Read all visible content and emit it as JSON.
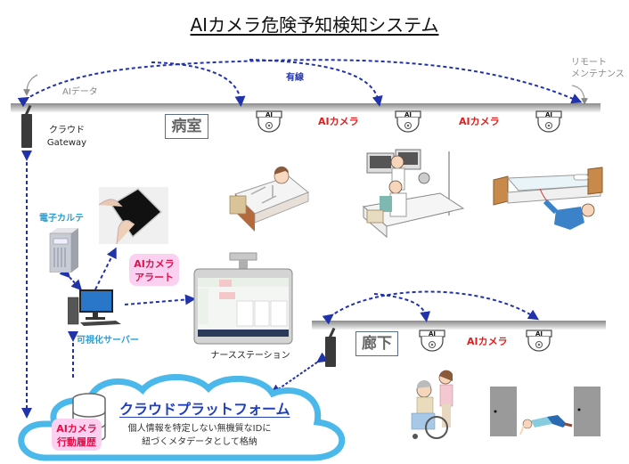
{
  "title": "AIカメラ危険予知検知システム",
  "top_section": {
    "ai_data_label": "AIデータ",
    "wired_label": "有線",
    "remote_maintenance_label_line1": "リモート",
    "remote_maintenance_label_line2": "メンテナンス",
    "gateway_label_line1": "クラウド",
    "gateway_label_line2": "Gateway",
    "room_label": "病室",
    "camera_badge": "AI",
    "camera_labels": [
      "AIカメラ",
      "AIカメラ"
    ]
  },
  "left_section": {
    "emr_label": "電子カルテ",
    "server_label": "可視化サーバー",
    "alert_line1": "AIカメラ",
    "alert_line2": "アラート",
    "nurse_station_label": "ナースステーション"
  },
  "corridor_section": {
    "corridor_label": "廊下",
    "camera_badge": "AI",
    "camera_label": "AIカメラ"
  },
  "cloud": {
    "title": "クラウドプラットフォーム",
    "desc_line1": "個人情報を特定しない無機質なIDに",
    "desc_line2": "紐づくメタデータとして格納",
    "history_line1": "AIカメラ",
    "history_line2": "行動履歴"
  },
  "colors": {
    "wire": "#2233aa",
    "alert_red": "#e02020",
    "label_blue": "#2a9fd6",
    "cloud_stroke": "#4ab8ea",
    "pink_box": "#fbd0f0"
  }
}
